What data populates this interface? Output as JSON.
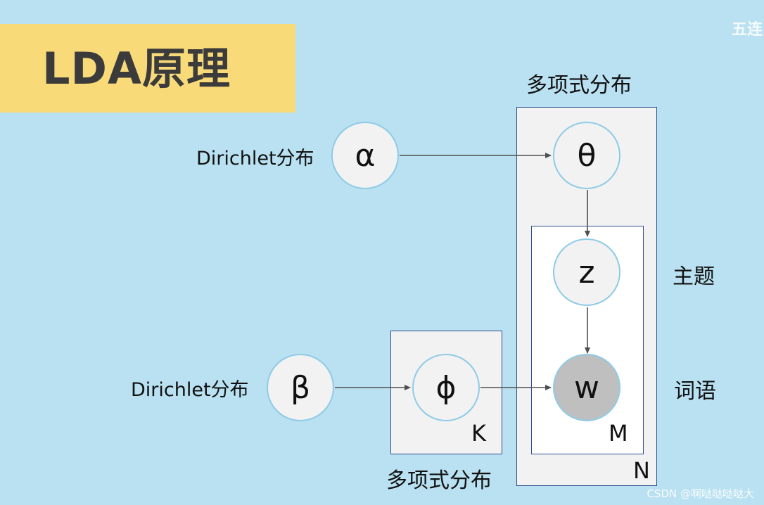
{
  "title": "LDA原理",
  "watermark_top": "五连",
  "watermark_bottom": "CSDN @啊哒哒哒哒大",
  "nodes": {
    "alpha": "α",
    "theta": "θ",
    "z": "z",
    "beta": "β",
    "phi": "ϕ",
    "w": "w"
  },
  "labels": {
    "alpha_dist": "Dirichlet分布",
    "beta_dist": "Dirichlet分布",
    "theta_dist": "多项式分布",
    "phi_dist": "多项式分布",
    "z_desc": "主题",
    "w_desc": "词语"
  },
  "plates": {
    "K": "K",
    "M": "M",
    "N": "N"
  },
  "colors": {
    "background": "#b9e1f1",
    "title_banner": "#f8da78",
    "node_fill": "#f2f2f2",
    "node_border": "#8fcbe6",
    "observed_fill": "#bfbfbf",
    "plate_border": "#2f4f8f"
  }
}
